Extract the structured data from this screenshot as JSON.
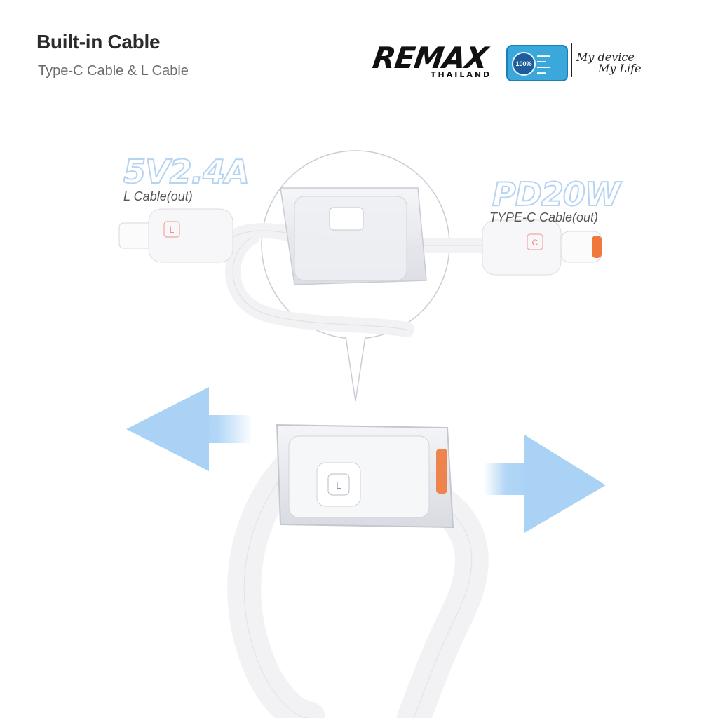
{
  "header": {
    "title": "Built-in Cable",
    "subtitle": "Type-C Cable & L Cable"
  },
  "brand": {
    "name": "REMAX",
    "region": "THAILAND",
    "badge_text": "100%",
    "slogan_line1": "My device",
    "slogan_line2": "My Life"
  },
  "specs": {
    "left_rating": "5V2.4A",
    "left_label": "L Cable(out)",
    "right_rating": "PD20W",
    "right_label": "TYPE-C Cable(out)",
    "left_port_letter": "L",
    "right_port_letter": "C",
    "module_letter": "L"
  },
  "colors": {
    "arrow": "#a9d2f5",
    "connector_accent": "#f0783c",
    "outline": "#c9ccd6",
    "cable": "#f2f2f4"
  }
}
